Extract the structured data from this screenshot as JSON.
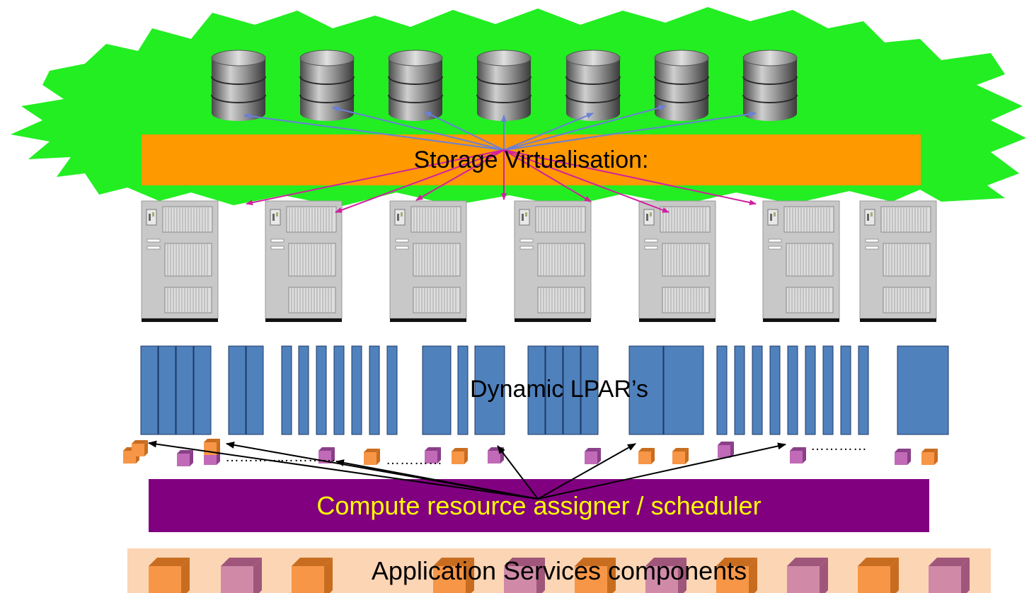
{
  "diagram": {
    "storage_layer": {
      "label": "Storage Virtualisation:",
      "disk_count": 7,
      "cloud_color": "#22ee22",
      "bar_color": "#ff9900",
      "arrow_color_up": "#6a7fd6",
      "arrow_color_down": "#d020a0"
    },
    "server_layer": {
      "server_count": 7,
      "server_color": "#c8c8c8"
    },
    "lpar_layer": {
      "label": "Dynamic LPAR’s",
      "bar_color": "#4f81bd"
    },
    "component_row": {
      "dots": "…………"
    },
    "scheduler": {
      "label": "Compute resource assigner / scheduler",
      "bar_color": "#800080",
      "text_color": "#ffff00"
    },
    "applications": {
      "label": "Application Services components",
      "band_color": "#fcd5b4",
      "orange_cube": "#f79646",
      "pink_cube": "#d08aa8"
    }
  }
}
